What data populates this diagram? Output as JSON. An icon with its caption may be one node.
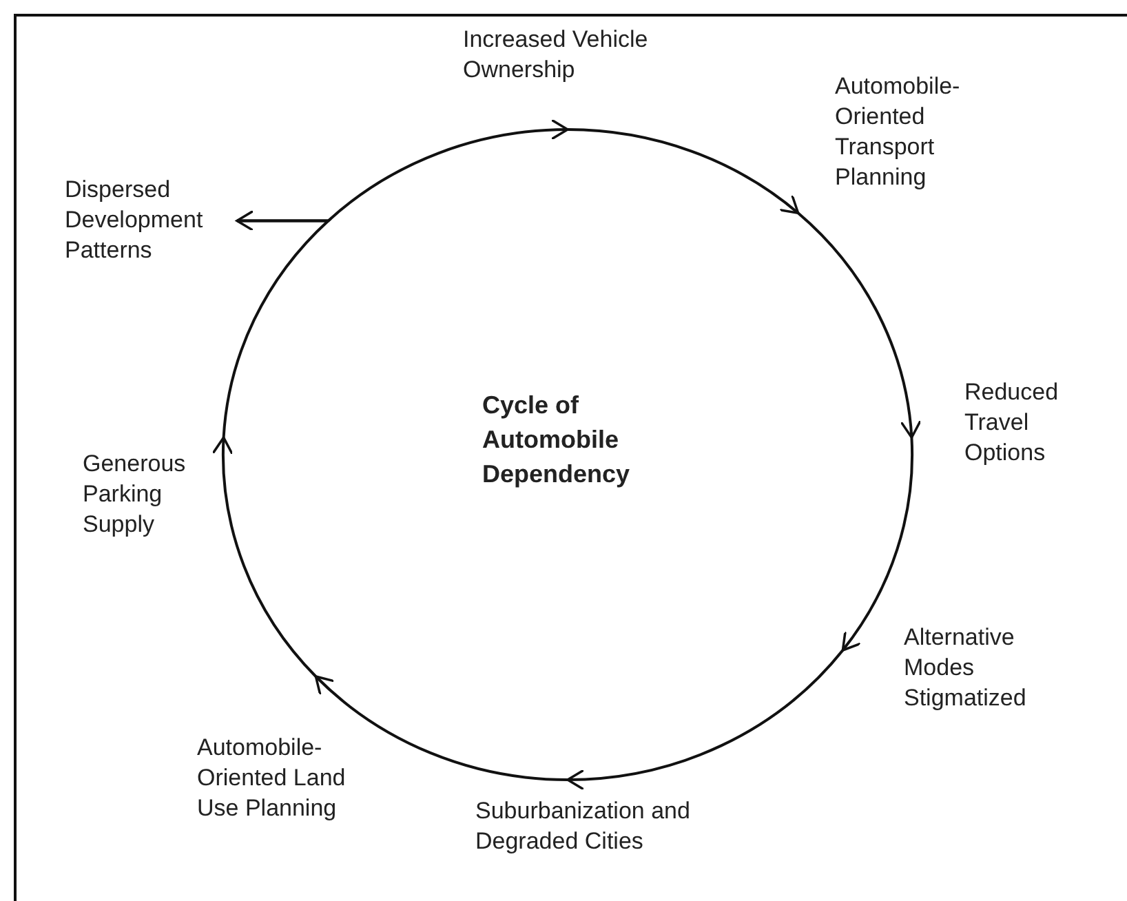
{
  "diagram": {
    "nodes": [
      {
        "text": [
          "Increased Vehicle Ownership"
        ]
      },
      {
        "text": [
          "Automobile-Oriented Transport Planning"
        ]
      },
      {
        "text": [
          "Reduced Travel Options"
        ]
      },
      {
        "text": [
          "Alternative Modes Stigmatized"
        ]
      },
      {
        "text": [
          "Suburbanization and Degraded Cities"
        ]
      },
      {
        "text": [
          "Automobile-Oriented Land Use Planning"
        ]
      },
      {
        "text": [
          "Generous Parking Supply"
        ]
      },
      {
        "text": [
          "Dispersed Development Patterns"
        ]
      },
      {
        "text": [
          "Cycle of Automobile Dependency"
        ]
      }
    ],
    "edges": [
      {
        "from": 0,
        "to": 1,
        "arrow": "to"
      },
      {
        "from": 1,
        "to": 2,
        "arrow": "to"
      },
      {
        "from": 2,
        "to": 3,
        "arrow": "to"
      },
      {
        "from": 3,
        "to": 4,
        "arrow": "to"
      },
      {
        "from": 4,
        "to": 5,
        "arrow": "to"
      },
      {
        "from": 5,
        "to": 6,
        "arrow": "to"
      },
      {
        "from": 6,
        "to": 7,
        "arrow": "to"
      },
      {
        "from": 7,
        "to": 0,
        "arrow": "to"
      }
    ]
  }
}
